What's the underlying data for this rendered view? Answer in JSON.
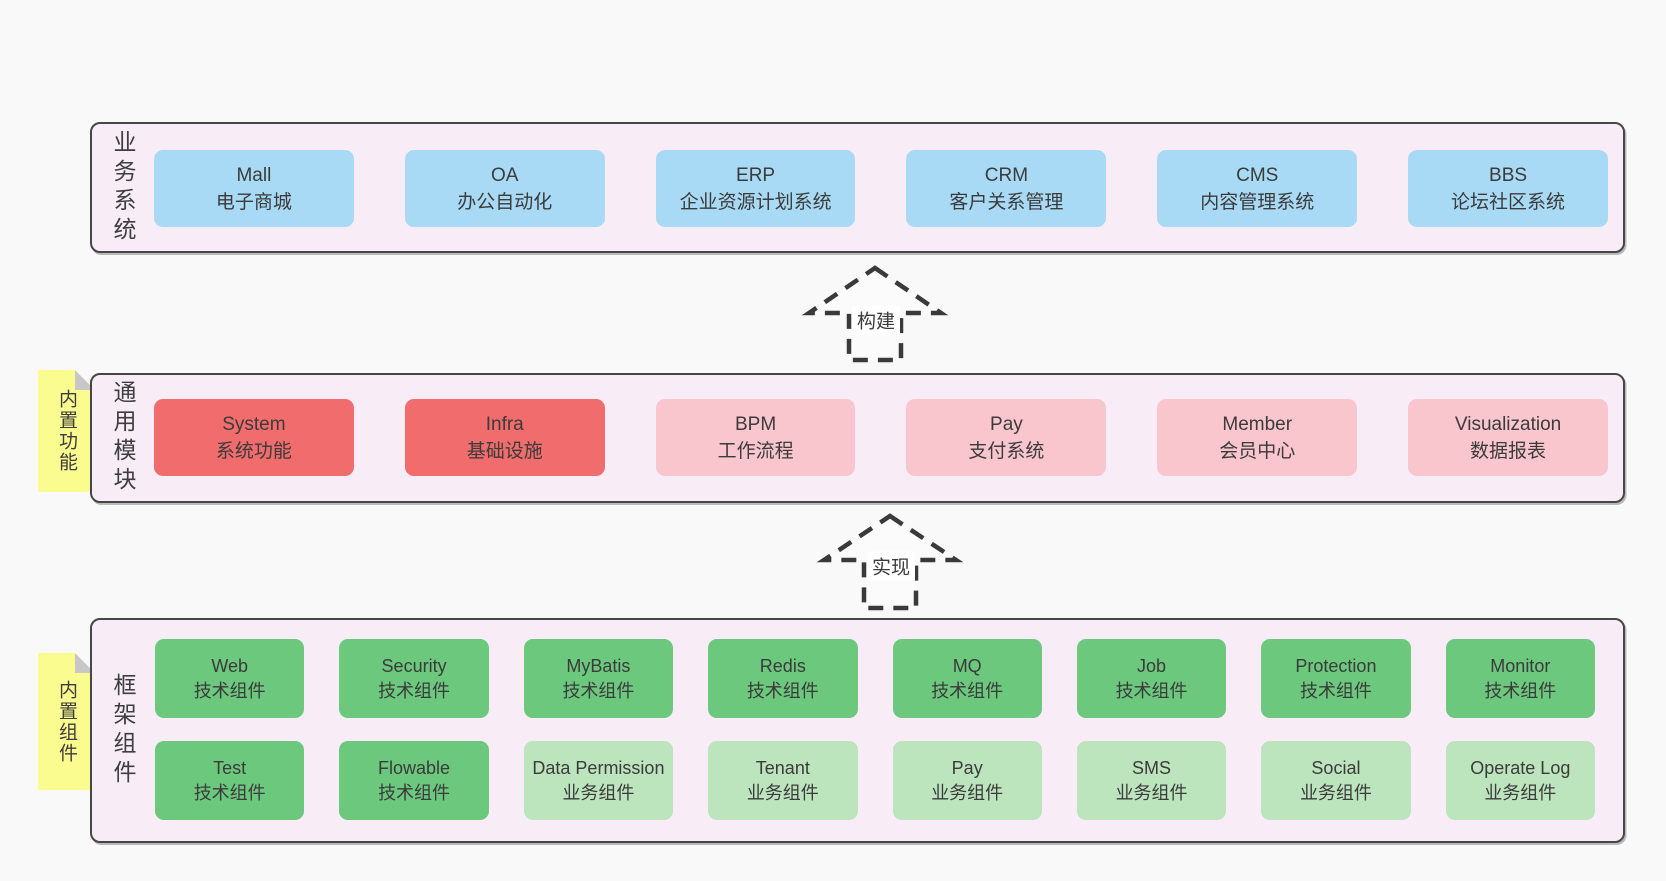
{
  "colors": {
    "blue": "#a9daf5",
    "red": "#f16c6c",
    "pink": "#f9c6ce",
    "green": "#6bc87d",
    "greenlight": "#bce4bd",
    "container_fill": "#f8edf7",
    "container_border": "#464646",
    "sticky_yellow": "#fbfc90",
    "sticky_fold": "#c7c7c7",
    "page_background": "#f9f9f9",
    "text": "#3b3b3b",
    "arrow_stroke": "#3a3a3a"
  },
  "bands": [
    {
      "label": "业务系统",
      "rows": [
        [
          {
            "name": "Mall",
            "desc": "电子商城",
            "variant": "blue"
          },
          {
            "name": "OA",
            "desc": "办公自动化",
            "variant": "blue"
          },
          {
            "name": "ERP",
            "desc": "企业资源计划系统",
            "variant": "blue"
          },
          {
            "name": "CRM",
            "desc": "客户关系管理",
            "variant": "blue"
          },
          {
            "name": "CMS",
            "desc": "内容管理系统",
            "variant": "blue"
          },
          {
            "name": "BBS",
            "desc": "论坛社区系统",
            "variant": "blue"
          }
        ]
      ]
    },
    {
      "label": "通用模块",
      "sticky": "内置功能",
      "rows": [
        [
          {
            "name": "System",
            "desc": "系统功能",
            "variant": "red"
          },
          {
            "name": "Infra",
            "desc": "基础设施",
            "variant": "red"
          },
          {
            "name": "BPM",
            "desc": "工作流程",
            "variant": "pink"
          },
          {
            "name": "Pay",
            "desc": "支付系统",
            "variant": "pink"
          },
          {
            "name": "Member",
            "desc": "会员中心",
            "variant": "pink"
          },
          {
            "name": "Visualization",
            "desc": "数据报表",
            "variant": "pink"
          }
        ]
      ]
    },
    {
      "label": "框架组件",
      "sticky": "内置组件",
      "rows": [
        [
          {
            "name": "Web",
            "desc": "技术组件",
            "variant": "green"
          },
          {
            "name": "Security",
            "desc": "技术组件",
            "variant": "green"
          },
          {
            "name": "MyBatis",
            "desc": "技术组件",
            "variant": "green"
          },
          {
            "name": "Redis",
            "desc": "技术组件",
            "variant": "green"
          },
          {
            "name": "MQ",
            "desc": "技术组件",
            "variant": "green"
          },
          {
            "name": "Job",
            "desc": "技术组件",
            "variant": "green"
          },
          {
            "name": "Protection",
            "desc": "技术组件",
            "variant": "green"
          },
          {
            "name": "Monitor",
            "desc": "技术组件",
            "variant": "green"
          }
        ],
        [
          {
            "name": "Test",
            "desc": "技术组件",
            "variant": "green"
          },
          {
            "name": "Flowable",
            "desc": "技术组件",
            "variant": "green"
          },
          {
            "name": "Data Permission",
            "desc": "业务组件",
            "variant": "greenlight"
          },
          {
            "name": "Tenant",
            "desc": "业务组件",
            "variant": "greenlight"
          },
          {
            "name": "Pay",
            "desc": "业务组件",
            "variant": "greenlight"
          },
          {
            "name": "SMS",
            "desc": "业务组件",
            "variant": "greenlight"
          },
          {
            "name": "Social",
            "desc": "业务组件",
            "variant": "greenlight"
          },
          {
            "name": "Operate Log",
            "desc": "业务组件",
            "variant": "greenlight"
          }
        ]
      ]
    }
  ],
  "arrows": [
    {
      "label": "构建"
    },
    {
      "label": "实现"
    }
  ]
}
